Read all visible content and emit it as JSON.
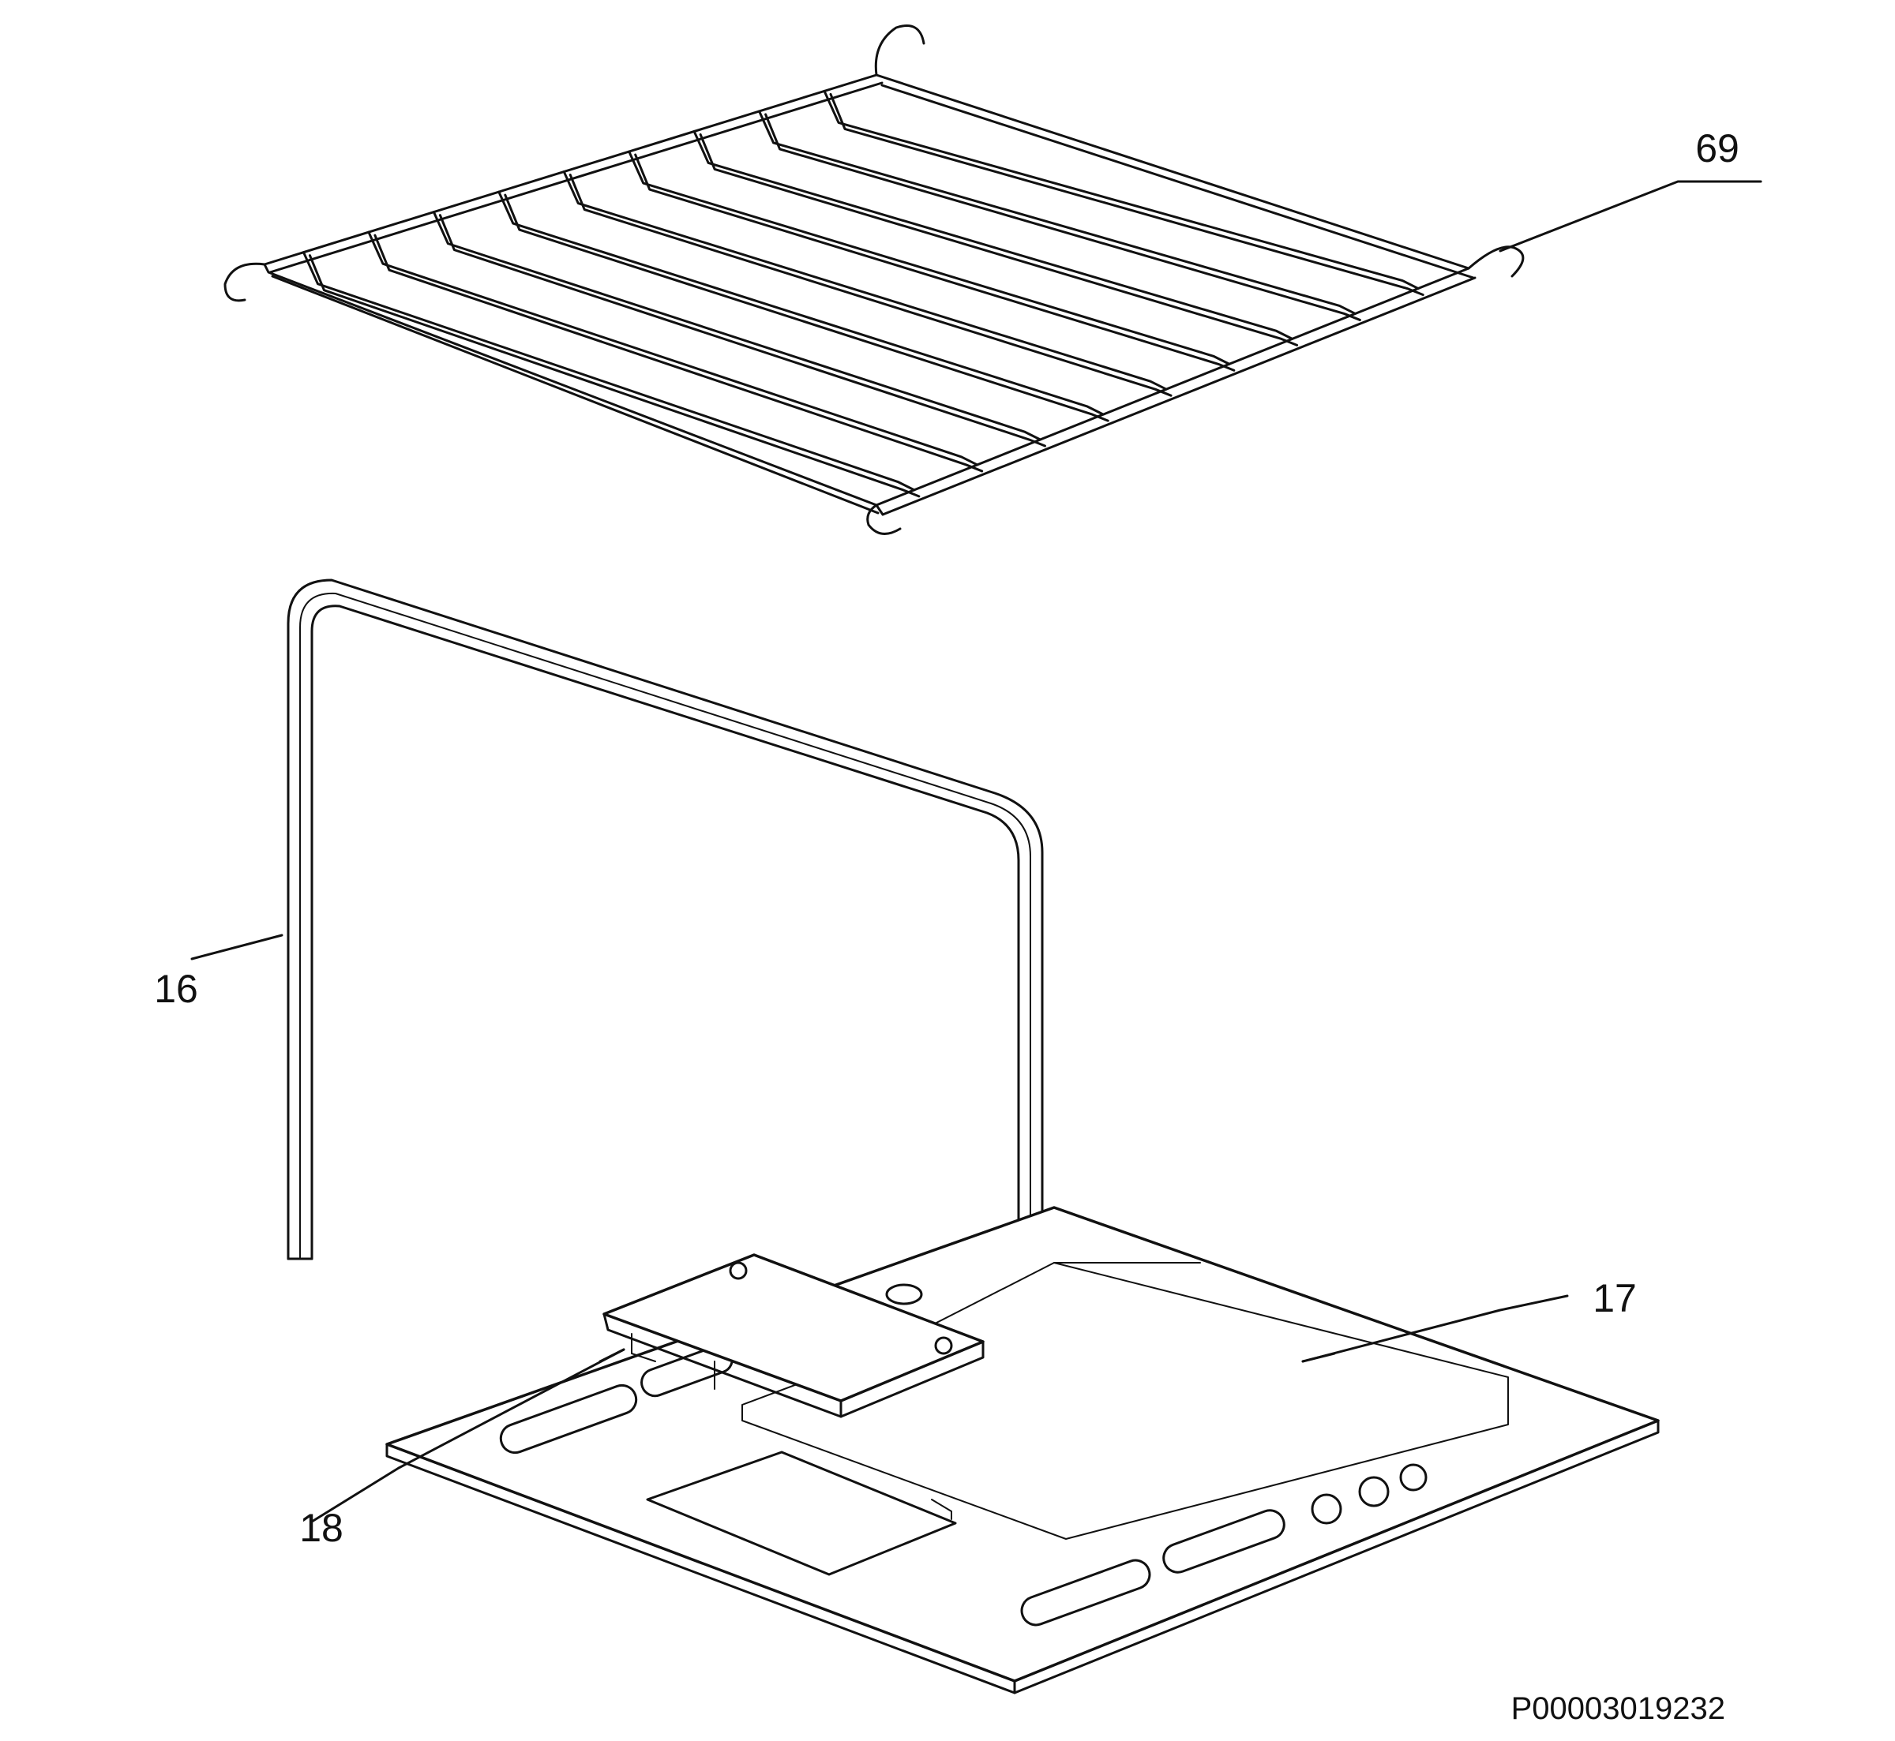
{
  "callouts": [
    {
      "id": "rack",
      "label": "69"
    },
    {
      "id": "tube",
      "label": "16"
    },
    {
      "id": "plate",
      "label": "17"
    },
    {
      "id": "bracket",
      "label": "18"
    }
  ],
  "drawing_code": "P00003019232",
  "colors": {
    "line": "#111111",
    "background": "#ffffff"
  }
}
